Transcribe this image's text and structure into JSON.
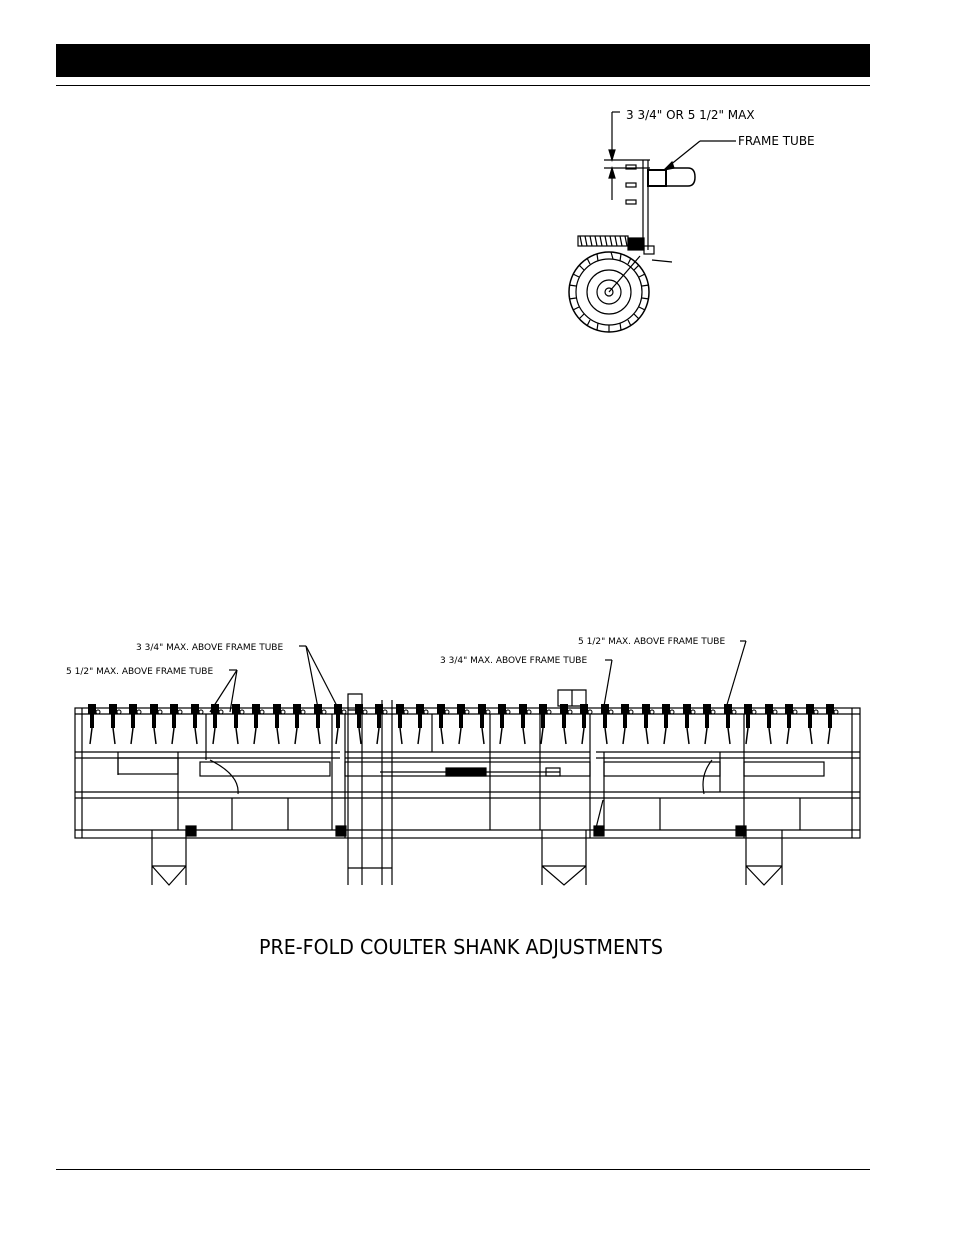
{
  "side_view": {
    "dimension_label": "3 3/4\" OR 5 1/2\" MAX",
    "frame_tube_label": "FRAME TUBE"
  },
  "front_view": {
    "callouts": [
      "3 3/4\" MAX. ABOVE FRAME TUBE",
      "5 1/2\" MAX. ABOVE FRAME TUBE",
      "5 1/2\" MAX. ABOVE FRAME TUBE",
      "3 3/4\" MAX. ABOVE FRAME TUBE"
    ]
  },
  "caption": "PRE-FOLD COULTER SHANK ADJUSTMENTS"
}
